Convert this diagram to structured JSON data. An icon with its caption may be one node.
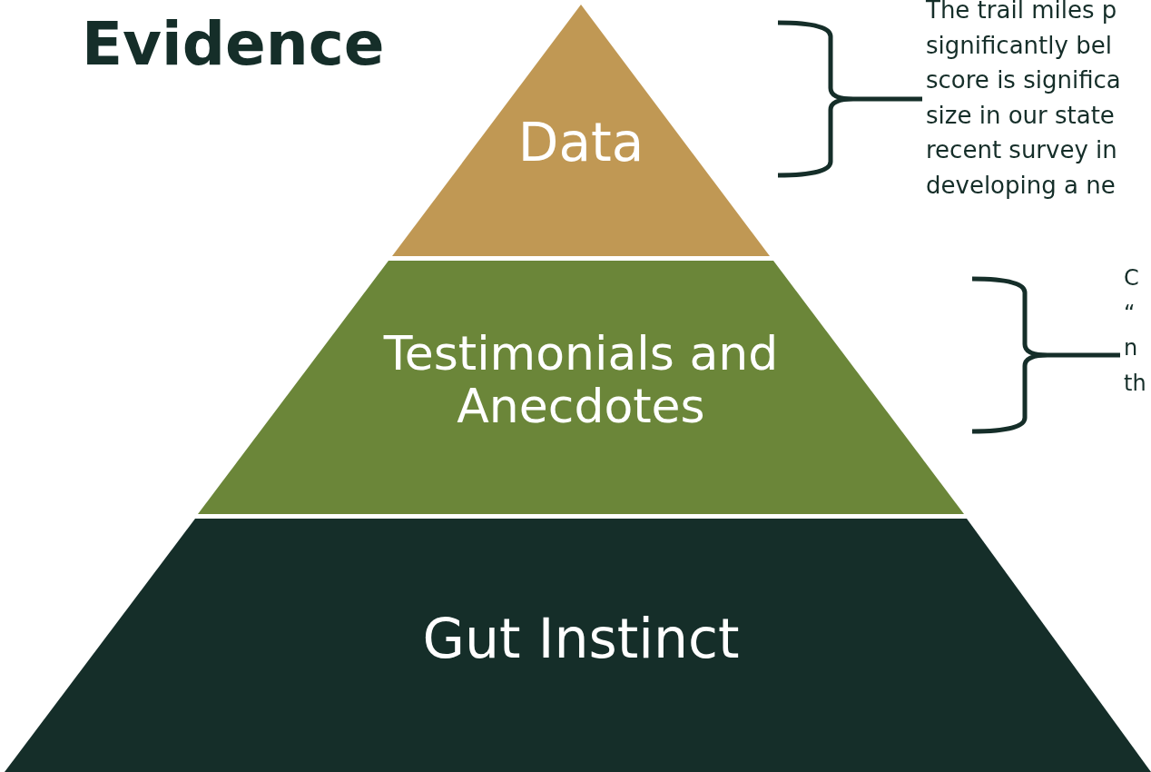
{
  "diagram": {
    "title": "Evidence",
    "nodes": [
      {
        "text": [
          "Data"
        ]
      },
      {
        "text": [
          "Testimonials and Anecdotes"
        ]
      },
      {
        "text": [
          "Gut Instinct"
        ]
      },
      {
        "text": [
          "The trail miles p",
          "significantly bel",
          "score is significa",
          "size in our state",
          "recent survey in",
          "developing a ne"
        ]
      },
      {
        "text": [
          "C",
          "“",
          "n",
          "th"
        ]
      }
    ],
    "edges": [
      {
        "from": 0,
        "to": 3,
        "arrow": "none"
      },
      {
        "from": 1,
        "to": 4,
        "arrow": "none"
      }
    ]
  }
}
